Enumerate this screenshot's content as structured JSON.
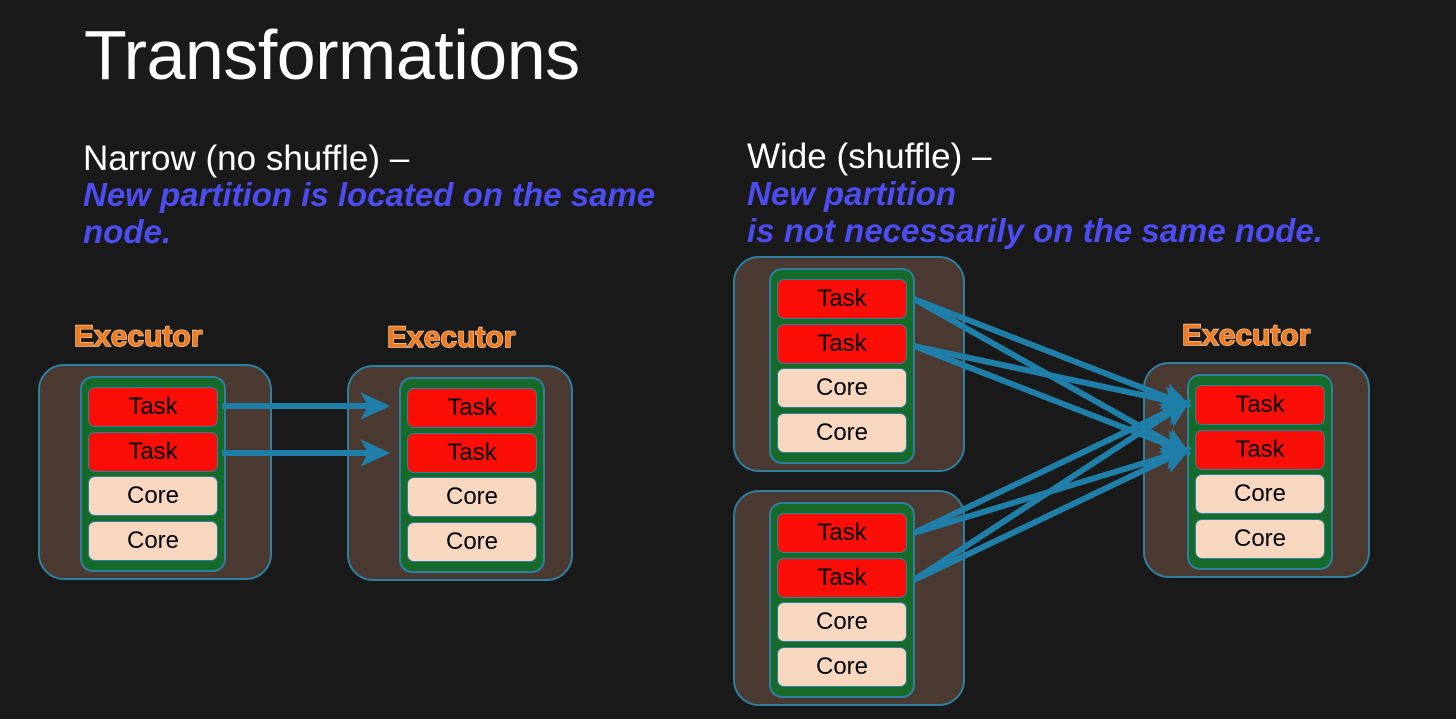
{
  "page": {
    "title": "Transformations",
    "background_color": "#1a1a1a"
  },
  "palette": {
    "title_text": "#ffffff",
    "heading_text": "#ffffff",
    "subtitle_text": "#4c4cf0",
    "executor_label": "#f07a1e",
    "executor_label_stroke": "#f7c9a5",
    "executor_body": "#4b3a32",
    "executor_border": "#2f7fa0",
    "stack_green": "#176b2a",
    "task_red": "#fb0d08",
    "core_peach": "#f7d7bf",
    "arrow_teal": "#1f7fa8"
  },
  "sections": {
    "narrow": {
      "heading": "Narrow (no shuffle) –",
      "subtitle": "New partition is located on the same\nnode.",
      "executors": [
        {
          "label": "Executor",
          "slots": [
            {
              "type": "task",
              "label": "Task"
            },
            {
              "type": "task",
              "label": "Task"
            },
            {
              "type": "core",
              "label": "Core"
            },
            {
              "type": "core",
              "label": "Core"
            }
          ]
        },
        {
          "label": "Executor",
          "slots": [
            {
              "type": "task",
              "label": "Task"
            },
            {
              "type": "task",
              "label": "Task"
            },
            {
              "type": "core",
              "label": "Core"
            },
            {
              "type": "core",
              "label": "Core"
            }
          ]
        }
      ],
      "arrow_count": 2
    },
    "wide": {
      "heading": "Wide (shuffle) –",
      "subtitle": "New partition\nis not necessarily on the same node.",
      "source_executors": [
        {
          "label": "",
          "slots": [
            {
              "type": "task",
              "label": "Task"
            },
            {
              "type": "task",
              "label": "Task"
            },
            {
              "type": "core",
              "label": "Core"
            },
            {
              "type": "core",
              "label": "Core"
            }
          ]
        },
        {
          "label": "",
          "slots": [
            {
              "type": "task",
              "label": "Task"
            },
            {
              "type": "task",
              "label": "Task"
            },
            {
              "type": "core",
              "label": "Core"
            },
            {
              "type": "core",
              "label": "Core"
            }
          ]
        }
      ],
      "target_executor": {
        "label": "Executor",
        "slots": [
          {
            "type": "task",
            "label": "Task"
          },
          {
            "type": "task",
            "label": "Task"
          },
          {
            "type": "core",
            "label": "Core"
          },
          {
            "type": "core",
            "label": "Core"
          }
        ]
      },
      "arrow_count": 8
    }
  }
}
